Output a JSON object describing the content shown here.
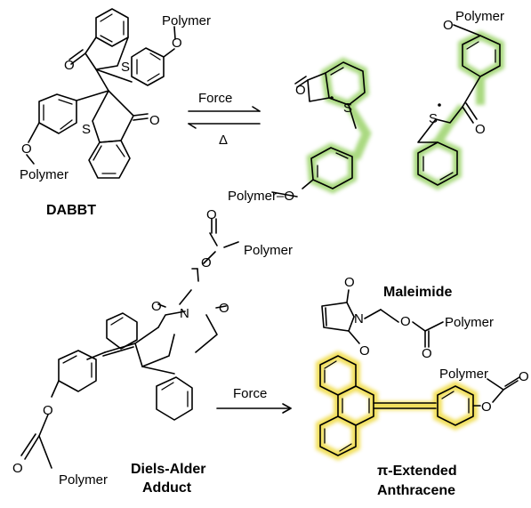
{
  "colors": {
    "glow_green": "#9bd36a",
    "glow_yellow": "#f0dc4a"
  },
  "atoms": {
    "oxygen": "O",
    "sulfur": "S",
    "nitrogen": "N"
  },
  "substituent": "Polymer",
  "bond_label": "Polymer–O",
  "reaction1": {
    "forward": "Force",
    "reverse": "Δ"
  },
  "reaction2": {
    "forward": "Force"
  },
  "compounds": {
    "dabbt": "DABBT",
    "maleimide": "Maleimide",
    "adduct_line1": "Diels-Alder",
    "adduct_line2": "Adduct",
    "anthracene_line1": "π-Extended",
    "anthracene_line2": "Anthracene"
  }
}
